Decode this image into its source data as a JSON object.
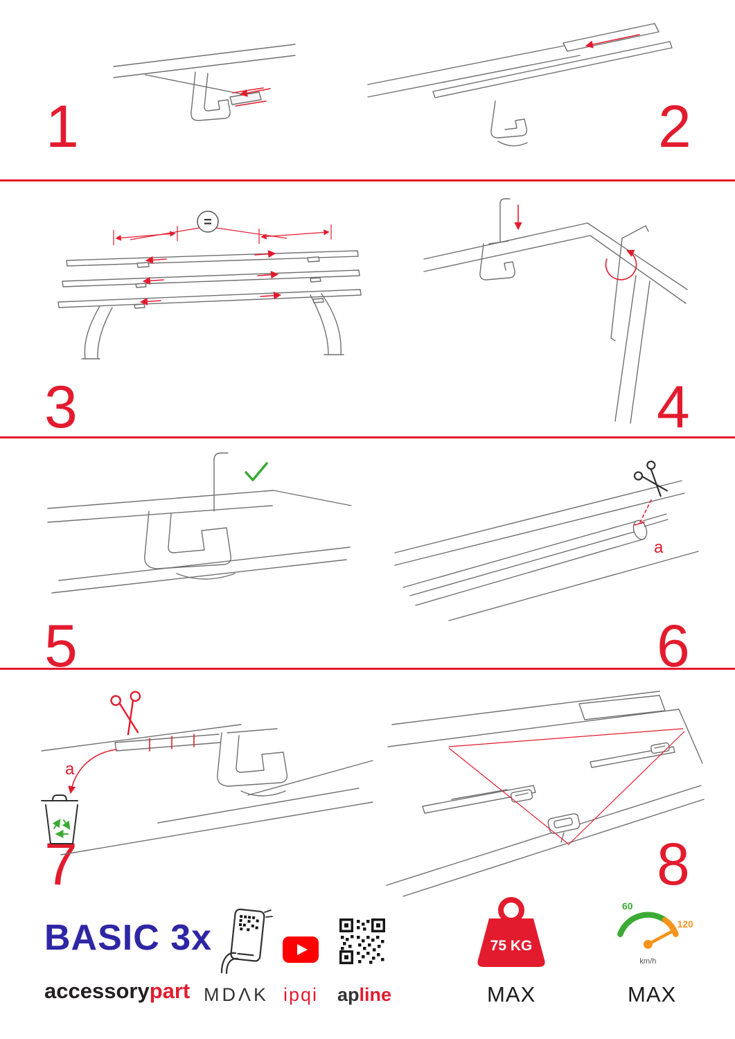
{
  "colors": {
    "red": "#e31b2e",
    "blue": "#2e26a3",
    "green": "#3aaa35",
    "orange": "#f7941d",
    "yt": "#ff0000",
    "ink": "#231f20"
  },
  "steps": [
    {
      "number": "1"
    },
    {
      "number": "2"
    },
    {
      "number": "3"
    },
    {
      "number": "4"
    },
    {
      "number": "5"
    },
    {
      "number": "6"
    },
    {
      "number": "7"
    },
    {
      "number": "8"
    }
  ],
  "annotations": {
    "equal_spacing": "=",
    "cut_part_label_step6": "a",
    "cut_part_label_step7": "a"
  },
  "footer": {
    "product_name": "BASIC 3x",
    "brand_prefix": "accessory",
    "brand_suffix": "part",
    "logo_mdak": "MDΛK",
    "logo_ipqi": "ipqi",
    "logo_apline_prefix": "ap",
    "logo_apline_suffix": "line",
    "weight_limit": "75 KG",
    "weight_max_label": "MAX",
    "speed_min": "60",
    "speed_max_value": "120",
    "speed_unit": "km/h",
    "speed_max_label": "MAX"
  }
}
